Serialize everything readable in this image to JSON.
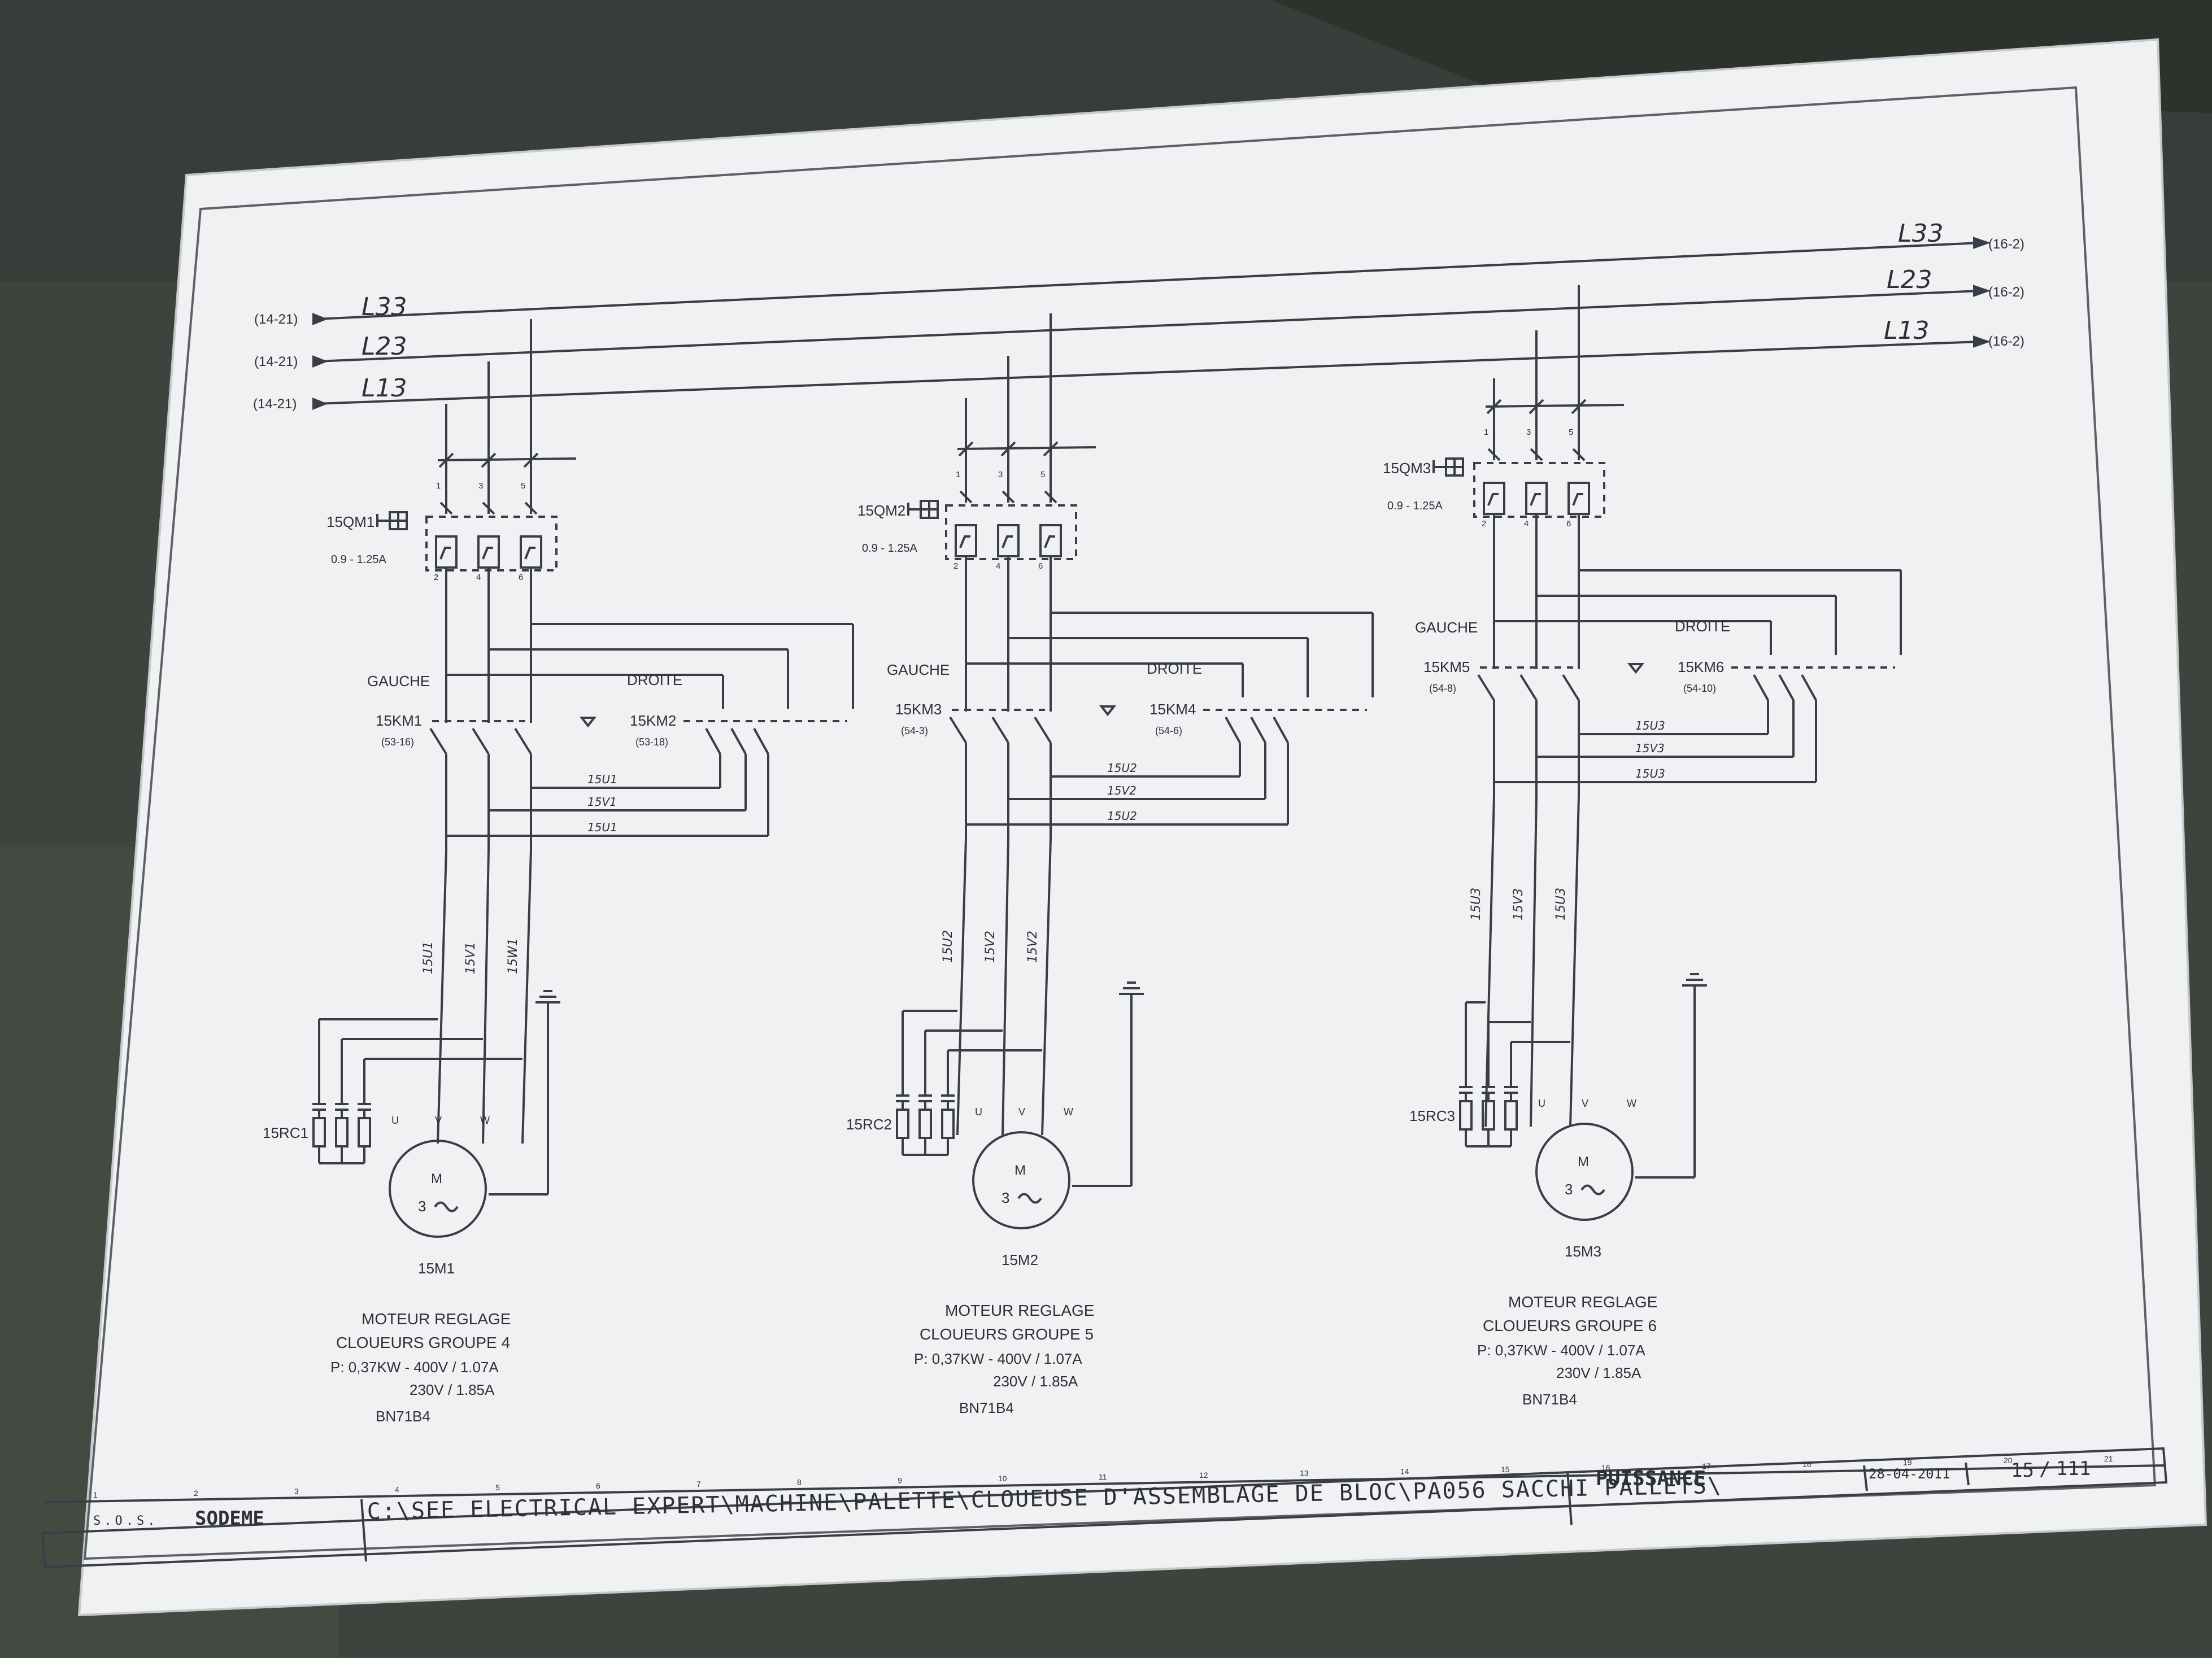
{
  "incoming_refs": [
    "(14-21)",
    "(14-21)",
    "(14-21)"
  ],
  "outgoing_refs": [
    "(16-2)",
    "(16-2)",
    "(16-2)"
  ],
  "bus_left_labels": [
    "L33",
    "L23",
    "L13"
  ],
  "bus_right_labels": [
    "L33",
    "L23",
    "L13"
  ],
  "motors": [
    {
      "breaker": "15QM1",
      "range": "0.9 - 1.25A",
      "left_label": "GAUCHE",
      "left_contactor": "15KM1",
      "left_ref": "(53-16)",
      "right_label": "DROITE",
      "right_contactor": "15KM2",
      "right_ref": "(53-18)",
      "wires": [
        "15U1",
        "15V1",
        "15U1"
      ],
      "vertical_wires": [
        "15U1",
        "15V1",
        "15W1"
      ],
      "rc": "15RC1",
      "motor_symbol": "M",
      "motor_phase": "3",
      "motor_id": "15M1",
      "title": "MOTEUR REGLAGE",
      "group": "CLOUEURS GROUPE 4",
      "power": "P: 0,37KW - 400V / 1.07A",
      "power2": "230V / 1.85A",
      "model": "BN71B4",
      "terminals": [
        "U",
        "V",
        "W"
      ],
      "breaker_terminals": [
        "1",
        "3",
        "5",
        "2",
        "4",
        "6"
      ]
    },
    {
      "breaker": "15QM2",
      "range": "0.9 - 1.25A",
      "left_label": "GAUCHE",
      "left_contactor": "15KM3",
      "left_ref": "(54-3)",
      "right_label": "DROITE",
      "right_contactor": "15KM4",
      "right_ref": "(54-6)",
      "wires": [
        "15U2",
        "15V2",
        "15U2"
      ],
      "vertical_wires": [
        "15U2",
        "15V2",
        "15V2"
      ],
      "rc": "15RC2",
      "motor_symbol": "M",
      "motor_phase": "3",
      "motor_id": "15M2",
      "title": "MOTEUR REGLAGE",
      "group": "CLOUEURS GROUPE 5",
      "power": "P: 0,37KW - 400V / 1.07A",
      "power2": "230V / 1.85A",
      "model": "BN71B4",
      "terminals": [
        "U",
        "V",
        "W"
      ],
      "breaker_terminals": [
        "1",
        "3",
        "5",
        "2",
        "4",
        "6"
      ]
    },
    {
      "breaker": "15QM3",
      "range": "0.9 - 1.25A",
      "left_label": "GAUCHE",
      "left_contactor": "15KM5",
      "left_ref": "(54-8)",
      "right_label": "DROITE",
      "right_contactor": "15KM6",
      "right_ref": "(54-10)",
      "wires": [
        "15U3",
        "15V3",
        "15U3"
      ],
      "vertical_wires": [
        "15U3",
        "15V3",
        "15U3"
      ],
      "rc": "15RC3",
      "motor_symbol": "M",
      "motor_phase": "3",
      "motor_id": "15M3",
      "title": "MOTEUR REGLAGE",
      "group": "CLOUEURS GROUPE 6",
      "power": "P: 0,37KW - 400V / 1.07A",
      "power2": "230V / 1.85A",
      "model": "BN71B4",
      "terminals": [
        "U",
        "V",
        "W"
      ],
      "breaker_terminals": [
        "1",
        "3",
        "5",
        "2",
        "4",
        "6"
      ]
    }
  ],
  "title_block": {
    "company_prefix": "S.O.S.",
    "company": "SODEME",
    "path": "C:\\SEE ELECTRICAL EXPERT\\MACHINE\\PALETTE\\CLOUEUSE D'ASSEMBLAGE DE BLOC\\PA056 SACCHI PALLETS\\",
    "section": "PUISSANCE",
    "date": "28-04-2011",
    "page": "15",
    "total": "111",
    "columns": [
      "1",
      "2",
      "3",
      "4",
      "5",
      "6",
      "7",
      "8",
      "9",
      "10",
      "11",
      "12",
      "13",
      "14",
      "15",
      "16",
      "17",
      "18",
      "19",
      "20",
      "21"
    ]
  }
}
